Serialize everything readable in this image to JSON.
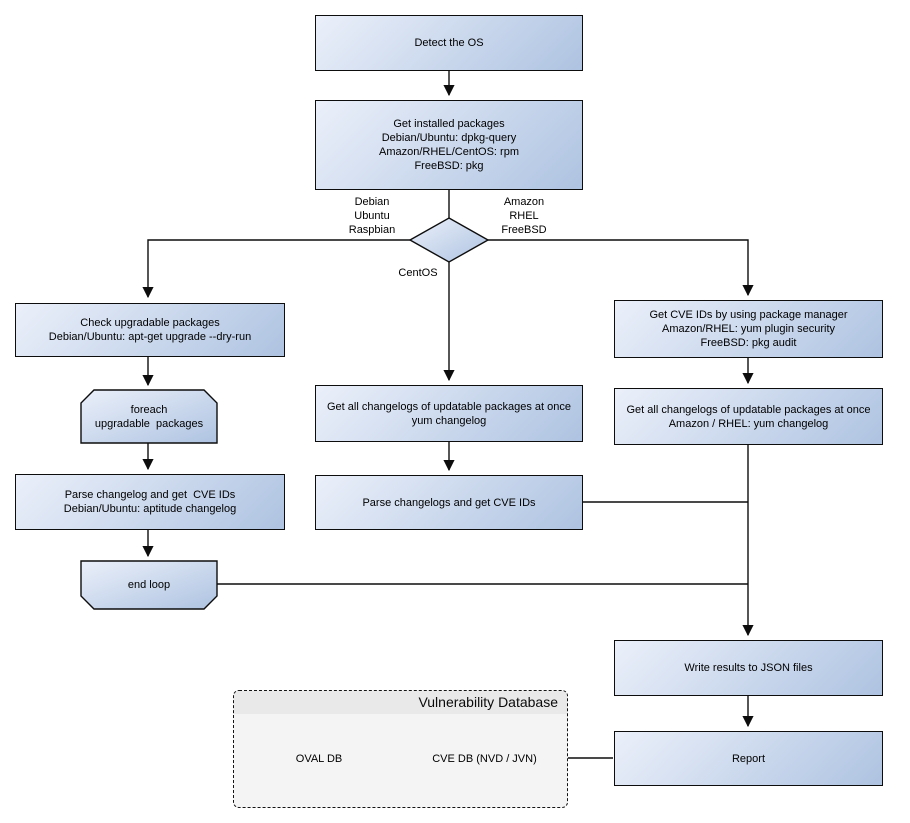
{
  "flowchart": {
    "nodes": {
      "detect_os": {
        "label": "Detect the OS"
      },
      "get_installed_packages": {
        "lines": [
          "Get installed packages",
          "Debian/Ubuntu: dpkg-query",
          "Amazon/RHEL/CentOS: rpm",
          "FreeBSD: pkg"
        ]
      },
      "os_branch_labels": {
        "left": [
          "Debian",
          "Ubuntu",
          "Raspbian"
        ],
        "right": [
          "Amazon",
          "RHEL",
          "FreeBSD"
        ],
        "bottom": "CentOS"
      },
      "check_upgradable": {
        "lines": [
          "Check upgradable packages",
          "Debian/Ubuntu: apt-get upgrade --dry-run"
        ]
      },
      "foreach_loop": {
        "lines": [
          "foreach",
          "upgradable  packages"
        ]
      },
      "parse_changelog_debian": {
        "lines": [
          "Parse changelog and get  CVE IDs",
          "Debian/Ubuntu: aptitude changelog"
        ]
      },
      "end_loop": {
        "label": "end loop"
      },
      "get_changelogs_centos": {
        "lines": [
          "Get all changelogs of updatable packages at once",
          "yum changelog"
        ]
      },
      "parse_changelogs_centos": {
        "label": "Parse changelogs and get CVE IDs"
      },
      "get_cve_package_manager": {
        "lines": [
          "Get CVE IDs by using package manager",
          "Amazon/RHEL: yum plugin security",
          "FreeBSD: pkg audit"
        ]
      },
      "get_changelogs_amazon": {
        "lines": [
          "Get all changelogs of updatable packages at once",
          "Amazon / RHEL: yum changelog"
        ]
      },
      "write_results": {
        "label": "Write results to JSON files"
      },
      "report": {
        "label": "Report"
      },
      "vulnerability_database": {
        "title": "Vulnerability Database",
        "oval_db": "OVAL DB",
        "cve_db": "CVE DB (NVD / JVN)"
      }
    },
    "colors": {
      "node_gradient_start": "#ebf0fa",
      "node_gradient_end": "#aec3e1",
      "node_border": "#0d0d0d",
      "connector": "#0d0d0d",
      "container_background": "#f4f4f4",
      "container_title_band": "#e9e9e9"
    }
  }
}
